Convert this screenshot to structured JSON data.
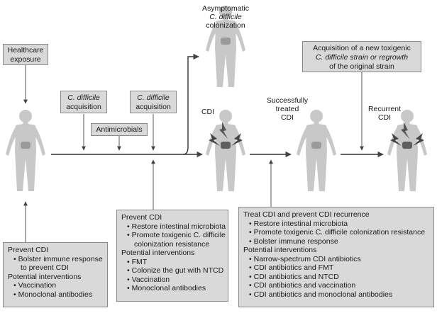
{
  "labels": {
    "asymptomatic": [
      "Asymptomatic",
      "C. difficile",
      "colonization"
    ],
    "cdi": "CDI",
    "treated": [
      "Successfully",
      "treated",
      "CDI"
    ],
    "recurrent": [
      "Recurrent",
      "CDI"
    ]
  },
  "boxes": {
    "healthcare": [
      "Healthcare",
      "exposure"
    ],
    "acq1": [
      "C. difficile",
      "acquisition"
    ],
    "acq2": [
      "C. difficile",
      "acquisition"
    ],
    "antimicrobials": "Antimicrobials",
    "new_strain": [
      "Acquisition of a new toxigenic",
      "C. difficile strain or regrowth",
      "of the original strain"
    ]
  },
  "panel_left": {
    "title": "Prevent CDI",
    "bullets1": [
      "Bolster immune response",
      "to prevent CDI"
    ],
    "subtitle": "Potential interventions",
    "bullets2": [
      "Vaccination",
      "Monoclonal antibodies"
    ]
  },
  "panel_mid": {
    "title": "Prevent CDI",
    "bullets1": [
      "Restore intestinal microbiota",
      "Promote toxigenic C. difficile",
      "colonization resistance"
    ],
    "subtitle": "Potential interventions",
    "bullets2": [
      "FMT",
      "Colonize the gut with NTCD",
      "Vaccination",
      "Monoclonal antibodies"
    ]
  },
  "panel_right": {
    "title": "Treat CDI and prevent CDI recurrence",
    "bullets1": [
      "Restore intestinal microbiota",
      "Promote toxigenic C. difficile colonization resistance",
      "Bolster immune response"
    ],
    "subtitle": "Potential interventions",
    "bullets2": [
      "Narrow-spectrum CDI antibiotics",
      "CDI antibiotics and FMT",
      "CDI antibiotics and NTCD",
      "CDI antibiotics and vaccination",
      "CDI antibiotics and monoclonal antibodies"
    ]
  },
  "bullet_char": "•",
  "colors": {
    "box_fill": "#d9d9d9",
    "box_border": "#8a8a8a",
    "arrow": "#555555",
    "figure": "#c8c8c8",
    "gut": "#7a7a7a"
  }
}
